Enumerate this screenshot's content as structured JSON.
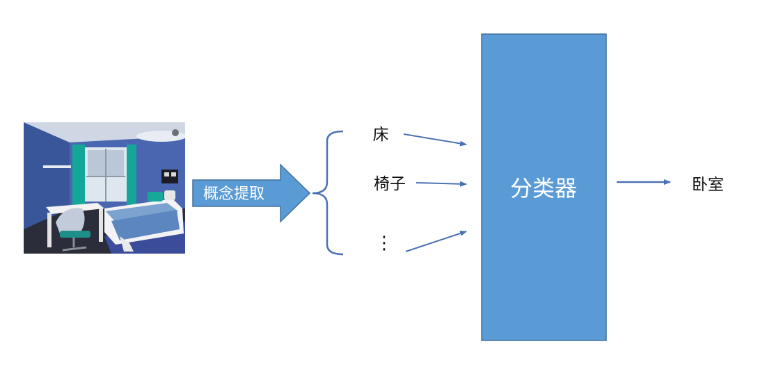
{
  "diagram": {
    "extraction_label": "概念提取",
    "concepts": [
      "床",
      "椅子",
      "⋮"
    ],
    "classifier_label": "分类器",
    "output_label": "卧室",
    "colors": {
      "accent": "#5b9bd5",
      "border": "#41719c",
      "arrow": "#4a72b2",
      "text": "#111111"
    }
  }
}
